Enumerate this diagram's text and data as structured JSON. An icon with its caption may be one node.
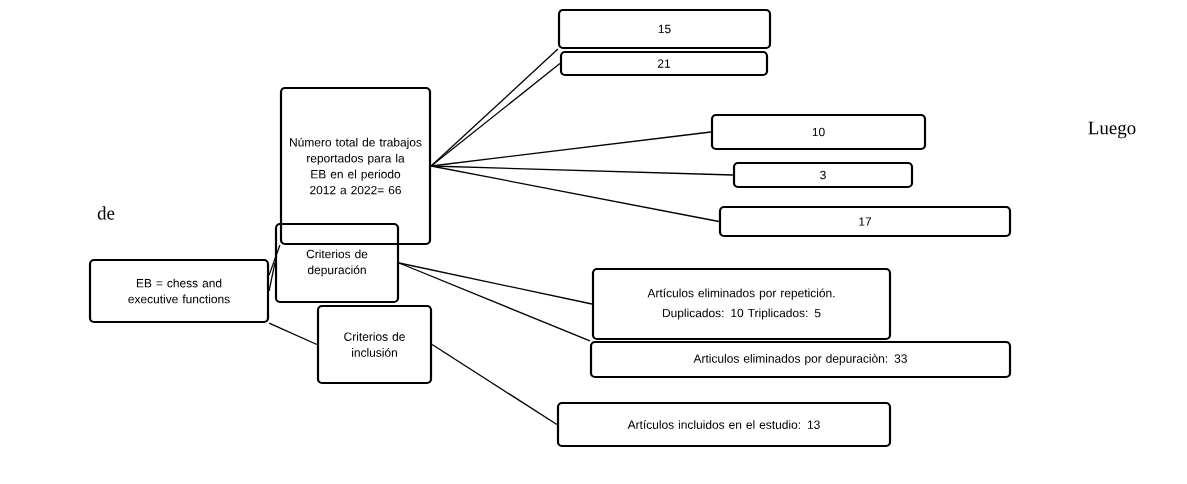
{
  "diagram": {
    "nodes": [
      {
        "text": [
          "EB = chess and executive functions"
        ]
      },
      {
        "text": [
          "Número total de trabajos reportados para la EB en el periodo 2012 a 2022= 66"
        ]
      },
      {
        "text": [
          "Criterios de depuración"
        ]
      },
      {
        "text": [
          "Criterios de inclusión"
        ]
      },
      {
        "text": [
          "15"
        ]
      },
      {
        "text": [
          "21"
        ]
      },
      {
        "text": [
          "10"
        ]
      },
      {
        "text": [
          "3"
        ]
      },
      {
        "text": [
          "17"
        ]
      },
      {
        "text": [
          "Artículos eliminados por repetición.",
          "Duplicados: 10   Triplicados: 5"
        ]
      },
      {
        "text": [
          "Articulos eliminados por depuraciòn: 33"
        ]
      },
      {
        "text": [
          "Artículos incluidos en el estudio: 13"
        ]
      }
    ],
    "edges": [
      {
        "from": 0,
        "to": 1,
        "arrow": "none"
      },
      {
        "from": 0,
        "to": 2,
        "arrow": "none"
      },
      {
        "from": 0,
        "to": 3,
        "arrow": "none"
      },
      {
        "from": 1,
        "to": 4,
        "arrow": "none"
      },
      {
        "from": 1,
        "to": 5,
        "arrow": "none"
      },
      {
        "from": 1,
        "to": 6,
        "arrow": "none"
      },
      {
        "from": 1,
        "to": 7,
        "arrow": "none"
      },
      {
        "from": 1,
        "to": 8,
        "arrow": "none"
      },
      {
        "from": 2,
        "to": 9,
        "arrow": "none"
      },
      {
        "from": 2,
        "to": 10,
        "arrow": "none"
      },
      {
        "from": 3,
        "to": 11,
        "arrow": "none"
      }
    ],
    "labels": [
      "Luego",
      "de"
    ]
  }
}
